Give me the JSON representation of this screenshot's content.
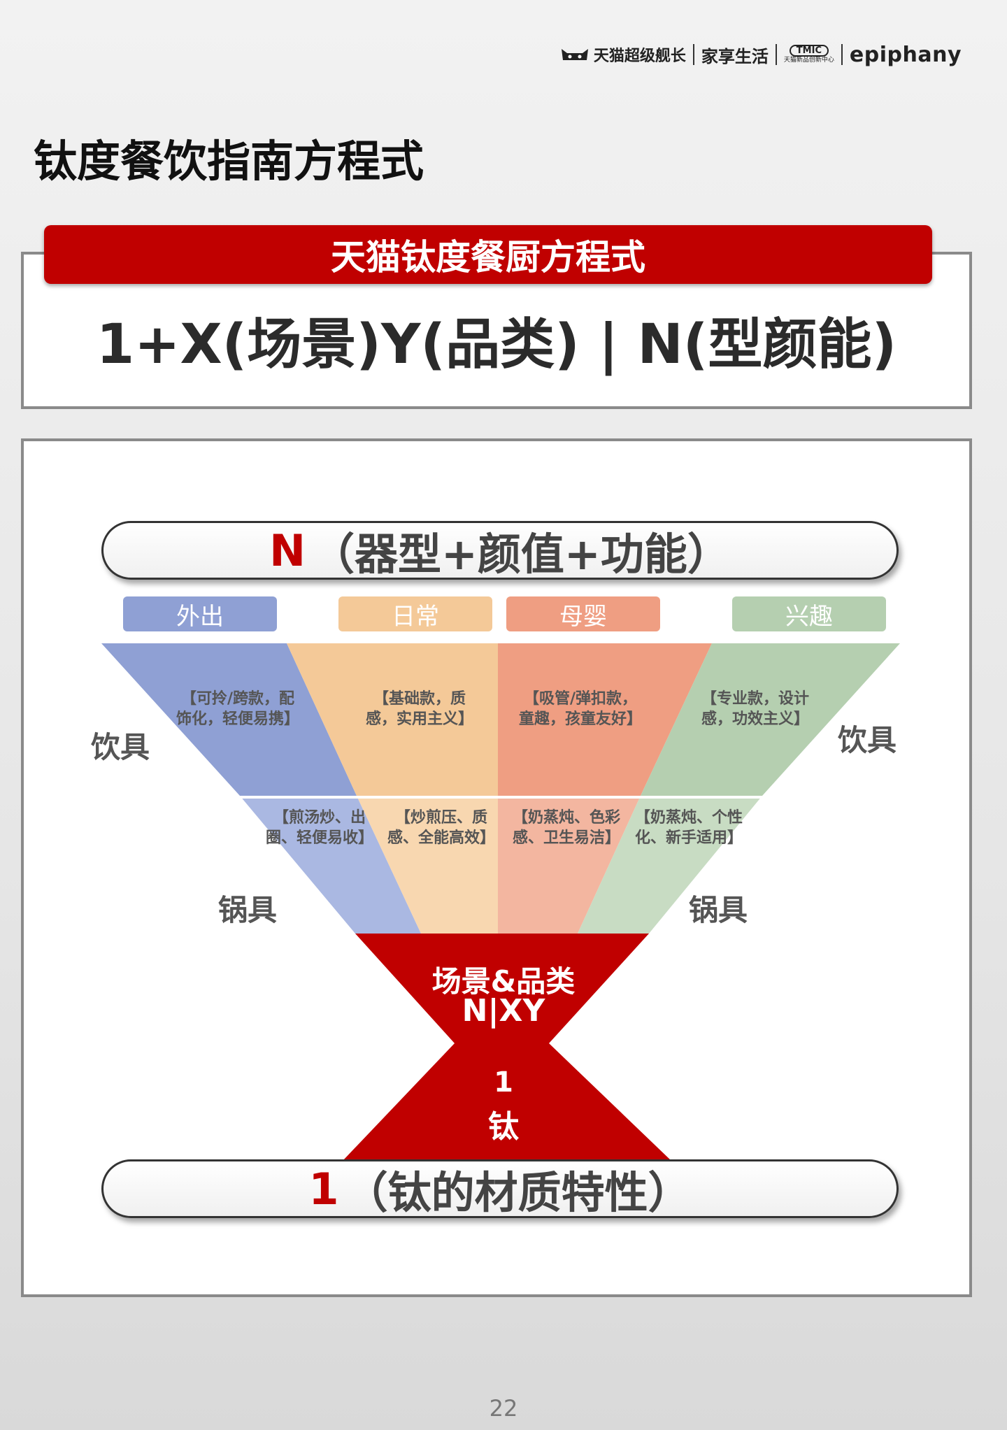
{
  "header": {
    "logo_tmall": "天猫超级舰长",
    "logo_home": "家享生活",
    "logo_tmic_badge": "TMIC",
    "logo_tmic_sub": "天猫新品创新中心",
    "logo_epiphany": "epiphany"
  },
  "title": "钛度餐饮指南方程式",
  "formula": {
    "banner": "天猫钛度餐厨方程式",
    "equation": "1+X(场景)Y(品类) | N(型颜能)"
  },
  "diagram": {
    "top_pill": {
      "letter": "N",
      "text": "（器型+颜值+功能）"
    },
    "scenes": [
      "外出",
      "日常",
      "母婴",
      "兴趣"
    ],
    "side_labels": {
      "drinkware_left": "饮具",
      "drinkware_right": "饮具",
      "cookware_left": "锅具",
      "cookware_right": "锅具"
    },
    "drinkware": [
      "【可拎/跨款，配\n饰化，轻便易携】",
      "【基础款，质\n感，实用主义】",
      "【吸管/弹扣款，\n童趣，孩童友好】",
      "【专业款，设计\n感，功效主义】"
    ],
    "cookware": [
      "【煎汤炒、出\n圈、轻便易收】",
      "【炒煎压、质\n感、全能高效】",
      "【奶蒸炖、色彩\n感、卫生易洁】",
      "【奶蒸炖、个性\n化、新手适用】"
    ],
    "center_upper_line1": "场景&品类",
    "center_upper_line2": "N|XY",
    "center_lower_line1": "1",
    "center_lower_line2": "钛",
    "bottom_pill": {
      "number": "1",
      "text": "（钛的材质特性）"
    },
    "colors": {
      "red": "#c00000",
      "out": "#8fa0d4",
      "daily": "#f4c998",
      "baby": "#ef9e82",
      "hobby": "#b5cfb0"
    }
  },
  "page_number": "22"
}
